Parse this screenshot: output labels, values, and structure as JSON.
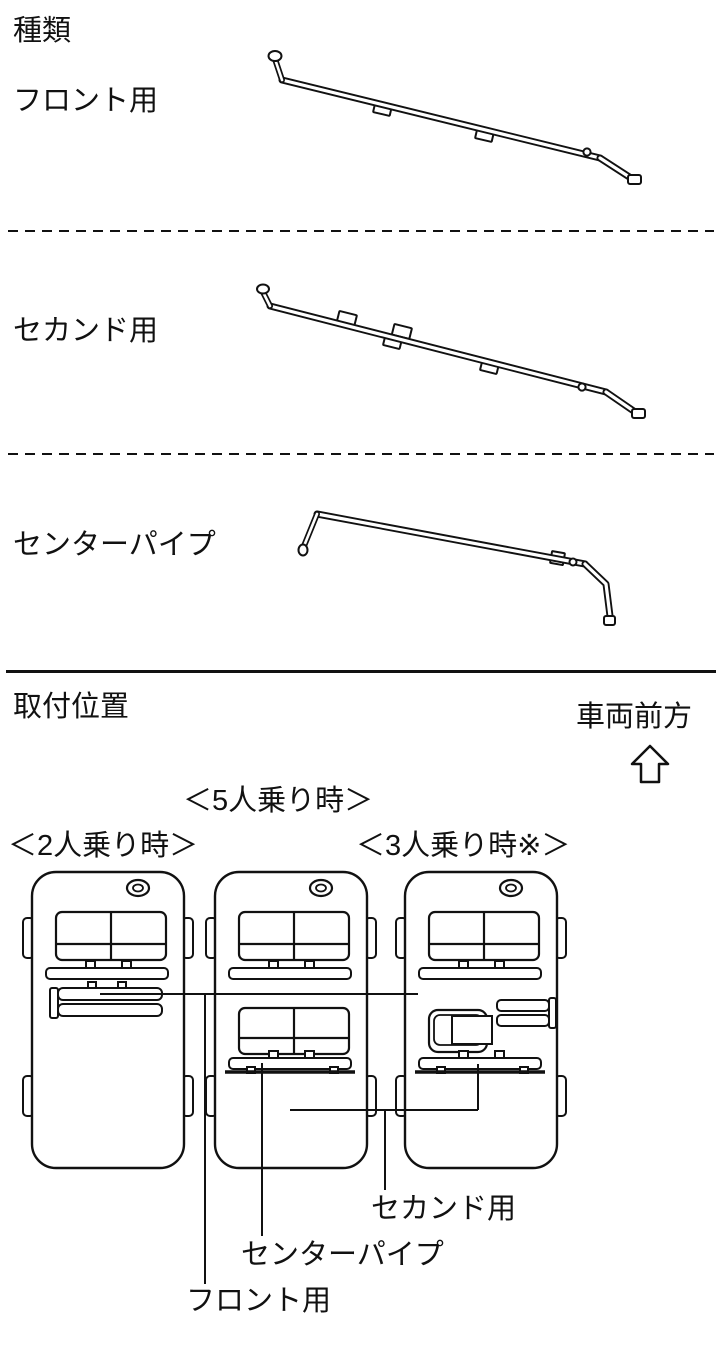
{
  "page": {
    "bg": "#ffffff",
    "ink": "#111111"
  },
  "types_section": {
    "heading": "種類",
    "items": [
      {
        "label": "フロント用",
        "drawing": "front-pipe-drawing"
      },
      {
        "label": "セカンド用",
        "drawing": "second-pipe-drawing"
      },
      {
        "label": "センターパイプ",
        "drawing": "center-pipe-drawing"
      }
    ]
  },
  "mounting_section": {
    "heading": "取付位置",
    "vehicle_front_label": "車両前方",
    "arrow_icon": "up-arrow-outline-icon",
    "seating_configs": {
      "five_seater": "＜5人乗り時＞",
      "two_seater": "＜2人乗り時＞",
      "three_seater": "＜3人乗り時※＞"
    },
    "part_labels": {
      "second": "セカンド用",
      "center_pipe": "センターパイプ",
      "front": "フロント用"
    }
  }
}
